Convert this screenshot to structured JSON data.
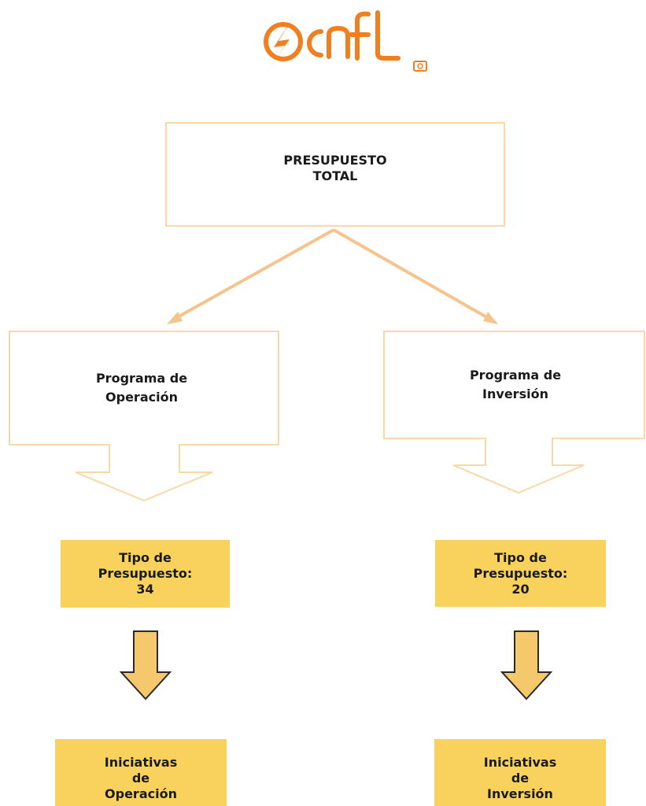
{
  "logo": {
    "text": "cnfl",
    "color": "#f07f1f"
  },
  "top_box": {
    "label": "PRESUPUESTO\nTOTAL"
  },
  "programs": [
    {
      "label": "Programa de\nOperación"
    },
    {
      "label": "Programa de\nInversión"
    }
  ],
  "budget_types": [
    {
      "label": "Tipo de\nPresupuesto:\n34"
    },
    {
      "label": "Tipo de\nPresupuesto:\n20"
    }
  ],
  "initiatives": [
    {
      "label": "Iniciativas\nde\nOperación"
    },
    {
      "label": "Iniciativas\nde\nInversión"
    }
  ],
  "colors": {
    "box_border": "#f8d9a6",
    "connector": "#f6c38d",
    "yellow_fill": "#f9d25e",
    "arrow_fill": "#f5c86b",
    "arrow_stroke": "#2a2a2a"
  }
}
